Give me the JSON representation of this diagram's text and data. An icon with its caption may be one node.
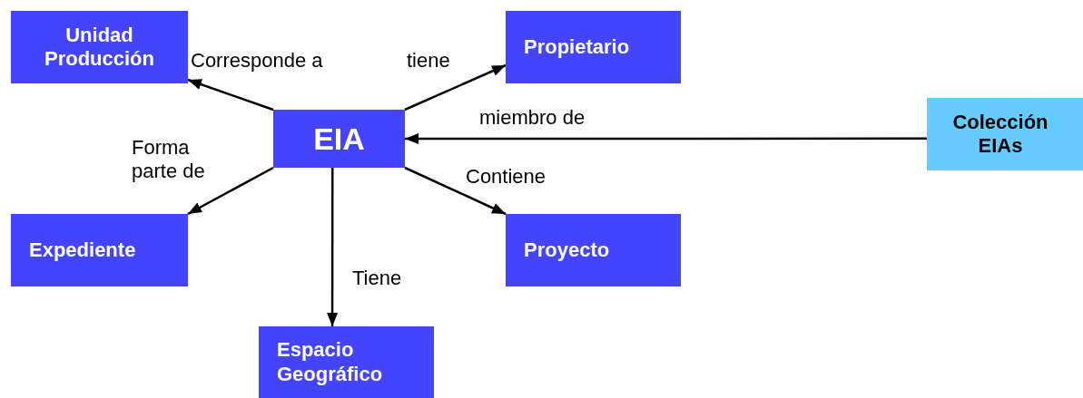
{
  "diagram": {
    "nodes": [
      {
        "text": [
          "EIA"
        ]
      },
      {
        "text": [
          "Unidad Producción"
        ]
      },
      {
        "text": [
          "Propietario"
        ]
      },
      {
        "text": [
          "Colección EIAs"
        ]
      },
      {
        "text": [
          "Expediente"
        ]
      },
      {
        "text": [
          "Proyecto"
        ]
      },
      {
        "text": [
          "Espacio Geográfico"
        ]
      }
    ],
    "edges": [
      {
        "from": 0,
        "to": 1,
        "arrow": "to",
        "label": "Corresponde a"
      },
      {
        "from": 0,
        "to": 2,
        "arrow": "to",
        "label": "tiene"
      },
      {
        "from": 3,
        "to": 0,
        "arrow": "to",
        "label": "miembro de"
      },
      {
        "from": 0,
        "to": 4,
        "arrow": "to",
        "label": "Forma parte de"
      },
      {
        "from": 0,
        "to": 5,
        "arrow": "to",
        "label": "Contiene"
      },
      {
        "from": 0,
        "to": 6,
        "arrow": "to",
        "label": "Tiene"
      }
    ]
  }
}
